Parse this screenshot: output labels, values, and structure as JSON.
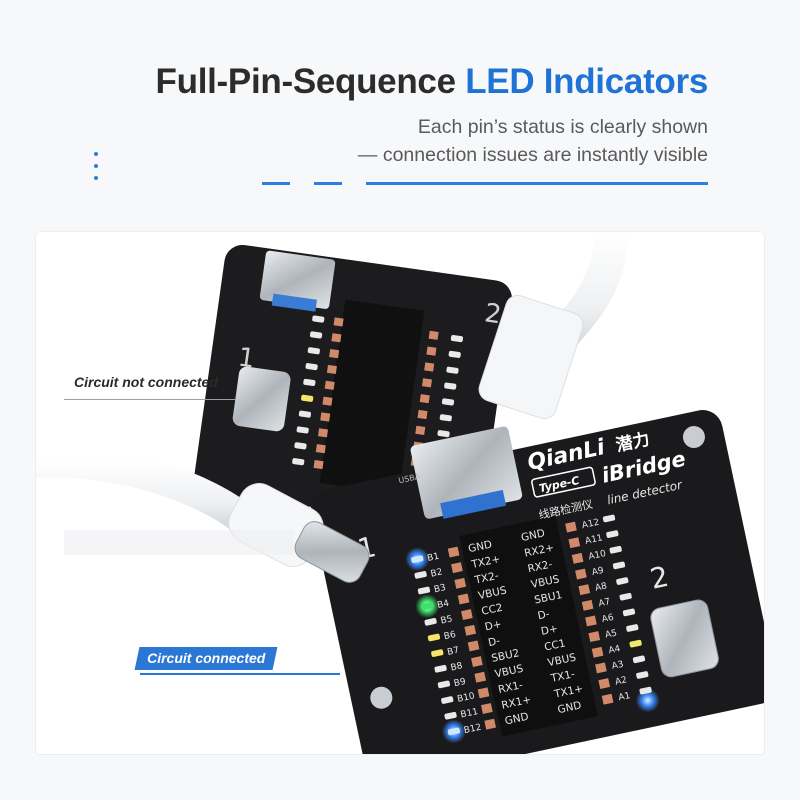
{
  "header": {
    "title_main": "Full-Pin-Sequence",
    "title_accent": "LED Indicators",
    "subtitle_line1": "Each pin’s status is clearly shown",
    "subtitle_line2": "— connection issues are instantly visible"
  },
  "callouts": {
    "not_connected": "Circuit not connected",
    "connected": "Circuit connected"
  },
  "board": {
    "brand": "QianLi",
    "brand_cn": "潜力",
    "model": "iBridge",
    "type_badge": "Type-C",
    "cn_label": "线路检测仪",
    "en_label": "line detector",
    "port1": "1",
    "port2": "2",
    "usb_label": "USBA",
    "left_pins": [
      "GND",
      "TX2+",
      "TX2-",
      "VBUS",
      "CC2",
      "D+",
      "D-",
      "SBU2",
      "VBUS",
      "RX1-",
      "RX1+",
      "GND"
    ],
    "right_pins": [
      "GND",
      "RX2+",
      "RX2-",
      "VBUS",
      "SBU1",
      "D-",
      "D+",
      "CC1",
      "VBUS",
      "TX1-",
      "TX1+",
      "GND"
    ],
    "b_leds": [
      "B1",
      "B2",
      "B3",
      "B4",
      "B5",
      "B6",
      "B7",
      "B8",
      "B9",
      "B10",
      "B11",
      "B12"
    ],
    "a_leds": [
      "A12",
      "A11",
      "A10",
      "A9",
      "A8",
      "A7",
      "A6",
      "A5",
      "A4",
      "A3",
      "A2",
      "A1"
    ]
  },
  "colors": {
    "accent": "#1f73d6",
    "board": "#1b1b1d",
    "led_blue": "#3b8cff",
    "led_green": "#3fe06a",
    "led_yellow": "#f3e66a"
  }
}
